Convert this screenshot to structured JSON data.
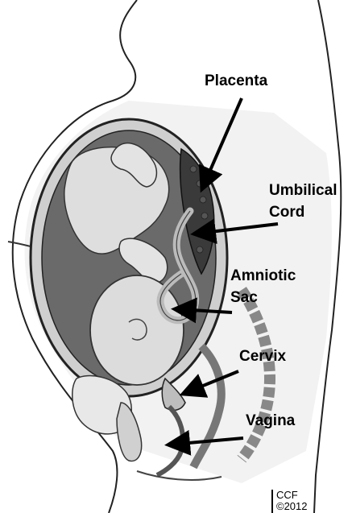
{
  "labels": {
    "placenta": "Placenta",
    "umbilical_cord_line1": "Umbilical",
    "umbilical_cord_line2": "Cord",
    "amniotic_sac_line1": "Amniotic",
    "amniotic_sac_line2": "Sac",
    "cervix": "Cervix",
    "vagina": "Vagina"
  },
  "credit": {
    "line1": "CCF",
    "line2": "©2012"
  },
  "colors": {
    "outline": "#222222",
    "skin": "#e6e6e6",
    "womb_dark": "#5a5a5a",
    "fluid": "#9a9a9a",
    "fetus": "#dcdcdc",
    "placenta": "#3a3a3a",
    "arrow": "#000000"
  }
}
